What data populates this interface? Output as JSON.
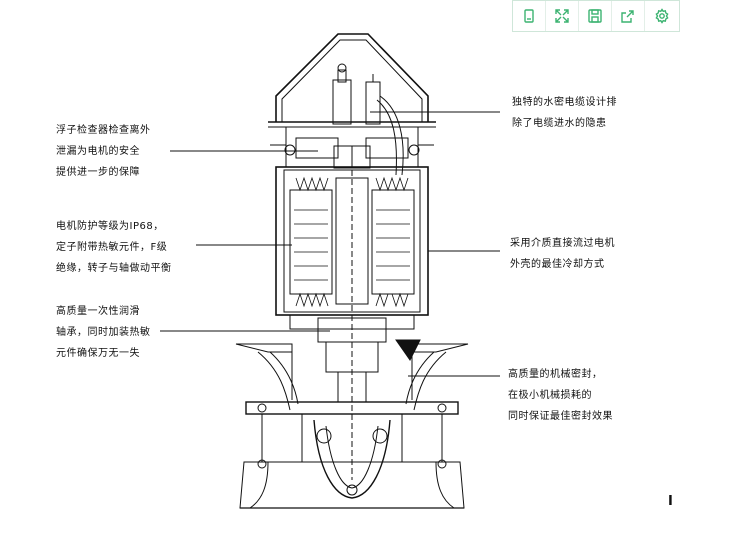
{
  "toolbar": {
    "buttons": [
      {
        "icon": "copy-icon"
      },
      {
        "icon": "expand-icon"
      },
      {
        "icon": "save-icon"
      },
      {
        "icon": "share-icon"
      },
      {
        "icon": "settings-icon"
      }
    ],
    "accent_color": "#3cb371"
  },
  "callouts": {
    "left": [
      {
        "lines": [
          "浮子检查器检查离外",
          "泄漏为电机的安全",
          "提供进一步的保障"
        ]
      },
      {
        "lines": [
          "电机防护等级为IP68，",
          "定子附带热敏元件，F级",
          "绝缘，转子与轴做动平衡"
        ]
      },
      {
        "lines": [
          "高质量一次性润滑",
          "轴承，同时加装热敏",
          "元件确保万无一失"
        ]
      }
    ],
    "right": [
      {
        "lines": [
          "独特的水密电缆设计排",
          "除了电缆进水的隐患"
        ]
      },
      {
        "lines": [
          "采用介质直接流过电机",
          "外壳的最佳冷却方式"
        ]
      },
      {
        "lines": [
          "高质量的机械密封，",
          "在极小机械损耗的",
          "同时保证最佳密封效果"
        ]
      }
    ]
  },
  "page_mark": "I"
}
